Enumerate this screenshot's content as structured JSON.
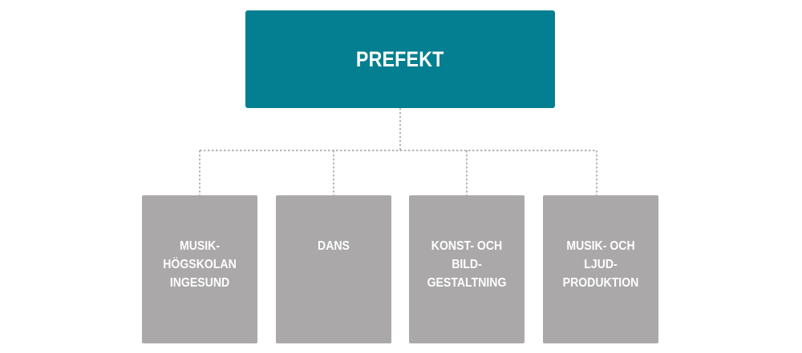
{
  "chart": {
    "head": {
      "label": "PREFEKT",
      "color": "#047f92"
    },
    "departments": [
      {
        "label": "MUSIK-\nHÖGSKOLAN\nINGESUND"
      },
      {
        "label": "DANS"
      },
      {
        "label": "KONST- OCH\nBILD-\nGESTALTNING"
      },
      {
        "label": "MUSIK- OCH\nLJUD-\nPRODUKTION"
      }
    ],
    "department_color": "#aaa8a8",
    "connector_style": "dotted",
    "connector_color": "#8a8a8a"
  }
}
